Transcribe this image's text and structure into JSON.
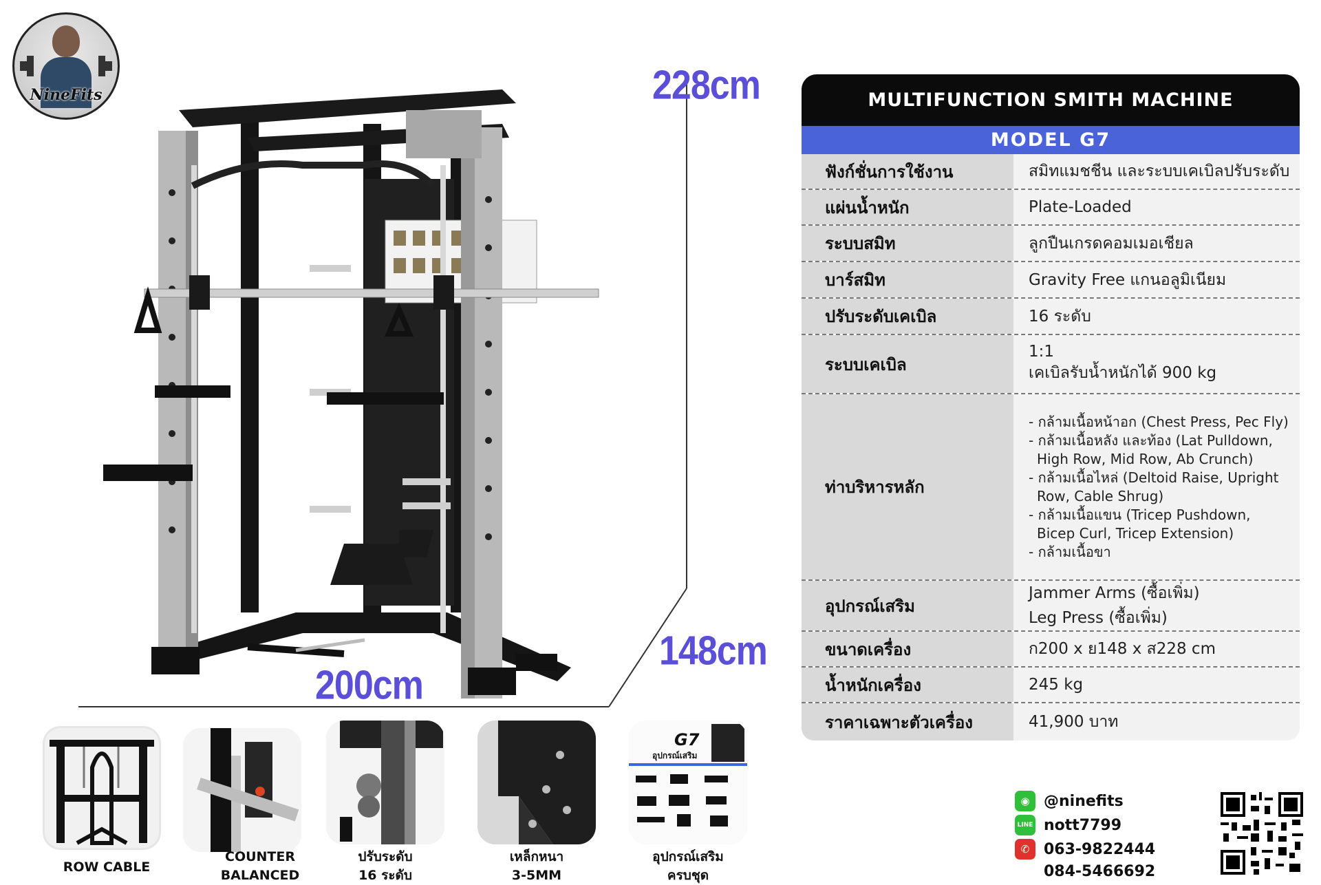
{
  "logo": {
    "brand": "NineFits"
  },
  "dimensions": {
    "height": "228cm",
    "depth": "148cm",
    "width": "200cm"
  },
  "spec": {
    "title": "MULTIFUNCTION SMITH MACHINE",
    "model": "MODEL G7",
    "rows": [
      {
        "label": "ฟังก์ชั่นการใช้งาน",
        "values": [
          "สมิทแมชชีน และระบบเคเบิลปรับระดับ"
        ]
      },
      {
        "label": "แผ่นน้ำหนัก",
        "values": [
          "Plate-Loaded"
        ]
      },
      {
        "label": "ระบบสมิท",
        "values": [
          "ลูกปืนเกรดคอมเมอเชียล"
        ]
      },
      {
        "label": "บาร์สมิท",
        "values": [
          "Gravity Free แกนอลูมิเนียม"
        ]
      },
      {
        "label": "ปรับระดับเคเบิล",
        "values": [
          "16 ระดับ"
        ]
      },
      {
        "label": "ระบบเคเบิล",
        "values": [
          "1:1",
          "เคเบิลรับน้ำหนักได้ 900 kg"
        ]
      },
      {
        "label": "ท่าบริหารหลัก",
        "values": [
          "- กล้ามเนื้อหน้าอก (Chest Press, Pec Fly)",
          "- กล้ามเนื้อหลัง และท้อง (Lat Pulldown,",
          "High Row, Mid Row, Ab Crunch)",
          "- กล้ามเนื้อไหล่ (Deltoid Raise, Upright",
          "Row, Cable Shrug)",
          "- กล้ามเนื้อแขน (Tricep Pushdown,",
          "Bicep Curl, Tricep Extension)",
          "- กล้ามเนื้อขา"
        ]
      },
      {
        "label": "อุปกรณ์เสริม",
        "values": [
          "Jammer Arms (ซื้อเพิ่ม)",
          "Leg Press (ซื้อเพิ่ม)"
        ]
      },
      {
        "label": "ขนาดเครื่อง",
        "values": [
          "ก200 x ย148 x ส228 cm"
        ]
      },
      {
        "label": "น้ำหนักเครื่อง",
        "values": [
          "245 kg"
        ]
      },
      {
        "label": "ราคาเฉพาะตัวเครื่อง",
        "values": [
          "41,900 บาท"
        ]
      }
    ]
  },
  "features": [
    {
      "caption": [
        "ROW CABLE"
      ]
    },
    {
      "caption": [
        "COUNTER",
        "BALANCED"
      ]
    },
    {
      "caption": [
        "ปรับระดับ",
        "16 ระดับ"
      ]
    },
    {
      "caption": [
        "เหล็กหนา",
        "3-5MM"
      ]
    },
    {
      "caption": [
        "อุปกรณ์เสริม",
        "ครบชุด"
      ],
      "thumb_title": "G7",
      "thumb_sub": "อุปกรณ์เสริม"
    }
  ],
  "contacts": {
    "social": "@ninefits",
    "line": "nott7799",
    "phone1": "063-9822444",
    "phone2": "084-5466692"
  },
  "colors": {
    "accent_blue": "#4a63d8",
    "dim_label": "#5b4fd8",
    "line_green": "#2fbf3a",
    "phone_red": "#e0322c"
  }
}
